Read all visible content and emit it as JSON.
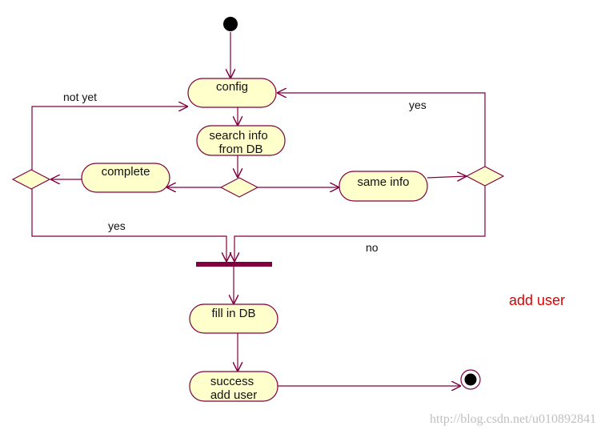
{
  "diagram": {
    "title": "add user",
    "title_color": "#e00000",
    "nodes": {
      "config": "config",
      "search": [
        "search info",
        "from DB"
      ],
      "complete": "complete",
      "same_info": "same info",
      "fill_db": "fill in DB",
      "success": [
        "success",
        "add user"
      ]
    },
    "edge_labels": {
      "not_yet": "not yet",
      "yes_left": "yes",
      "yes_right": "yes",
      "no": "no"
    },
    "colors": {
      "line": "#800040",
      "node_fill": "#ffffcc",
      "node_stroke": "#800040",
      "bar": "#800040"
    },
    "watermark": "http://blog.csdn.net/u010892841"
  }
}
